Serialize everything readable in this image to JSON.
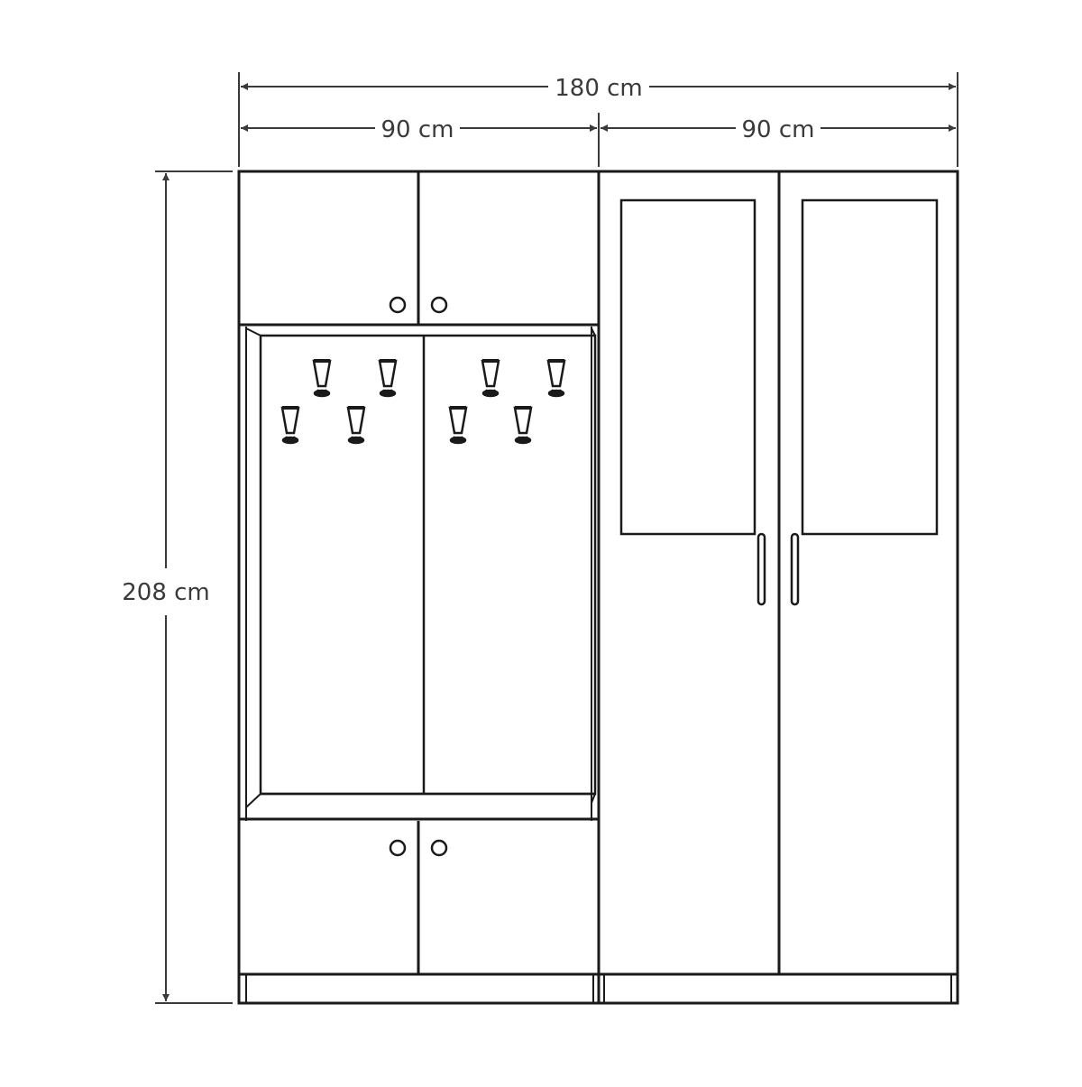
{
  "dimensions": {
    "total_width": "180 cm",
    "left_width": "90 cm",
    "right_width": "90 cm",
    "height": "208 cm"
  },
  "colors": {
    "line": "#1a1a1a",
    "dimension": "#3a3a3a",
    "background": "#ffffff"
  }
}
